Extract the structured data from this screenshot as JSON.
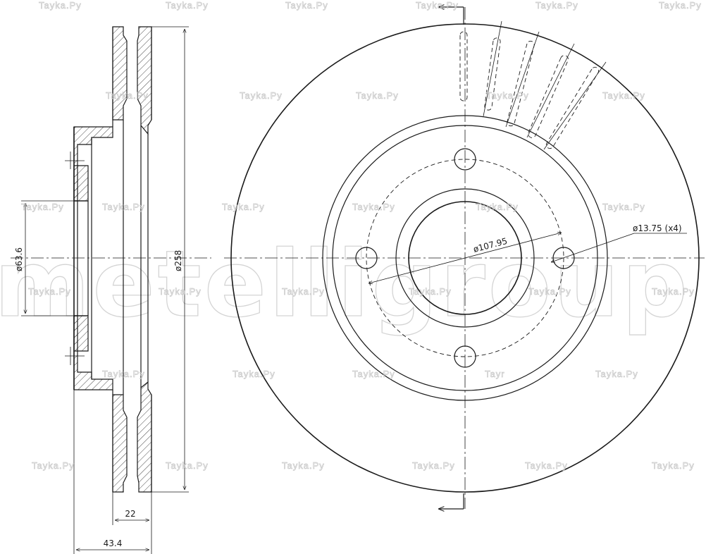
{
  "watermark": {
    "text": "Tayka.Py",
    "fragment": "Tayr",
    "logo": "metelligroup"
  },
  "dimensions": {
    "hub_bore": "ø63.6",
    "outer_diameter": "ø258",
    "thickness": "22",
    "total_height": "43.4",
    "pcd": "ø107.95",
    "bolt_holes": "ø13.75 (x4)"
  }
}
